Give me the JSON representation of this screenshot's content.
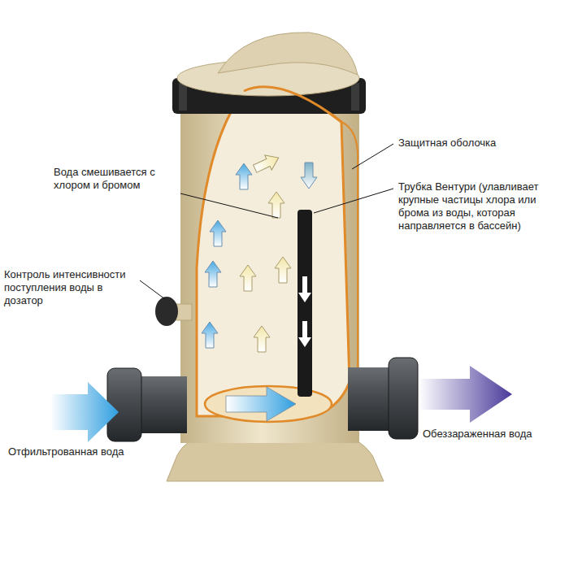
{
  "diagram": {
    "labels": [
      "Вода смешивается с хлором и бромом",
      "Защитная оболочка",
      "Трубка Вентури (улавливает крупные частицы хлора или брома из воды, которая направляется в бассейн)",
      "Контроль интенсивности поступления воды в дозатор",
      "Отфильтрованная вода",
      "Обеззараженная вода"
    ]
  }
}
